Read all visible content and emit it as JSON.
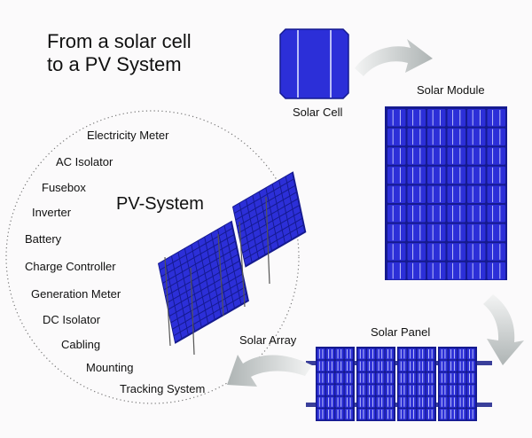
{
  "title": {
    "line1": "From a solar cell",
    "line2": "to a PV System"
  },
  "stages": {
    "cell": "Solar Cell",
    "module": "Solar Module",
    "panel": "Solar Panel",
    "array": "Solar Array",
    "system": "PV-System"
  },
  "components": [
    "Electricity Meter",
    "AC Isolator",
    "Fusebox",
    "Inverter",
    "Battery",
    "Charge Controller",
    "Generation Meter",
    "DC Isolator",
    "Cabling",
    "Mounting",
    "Tracking System"
  ],
  "colors": {
    "cell_blue": "#2c2fd8",
    "cell_dark": "#151a8f",
    "grid_line": "#dfe3ff",
    "arrow": "#c2c7c7"
  }
}
